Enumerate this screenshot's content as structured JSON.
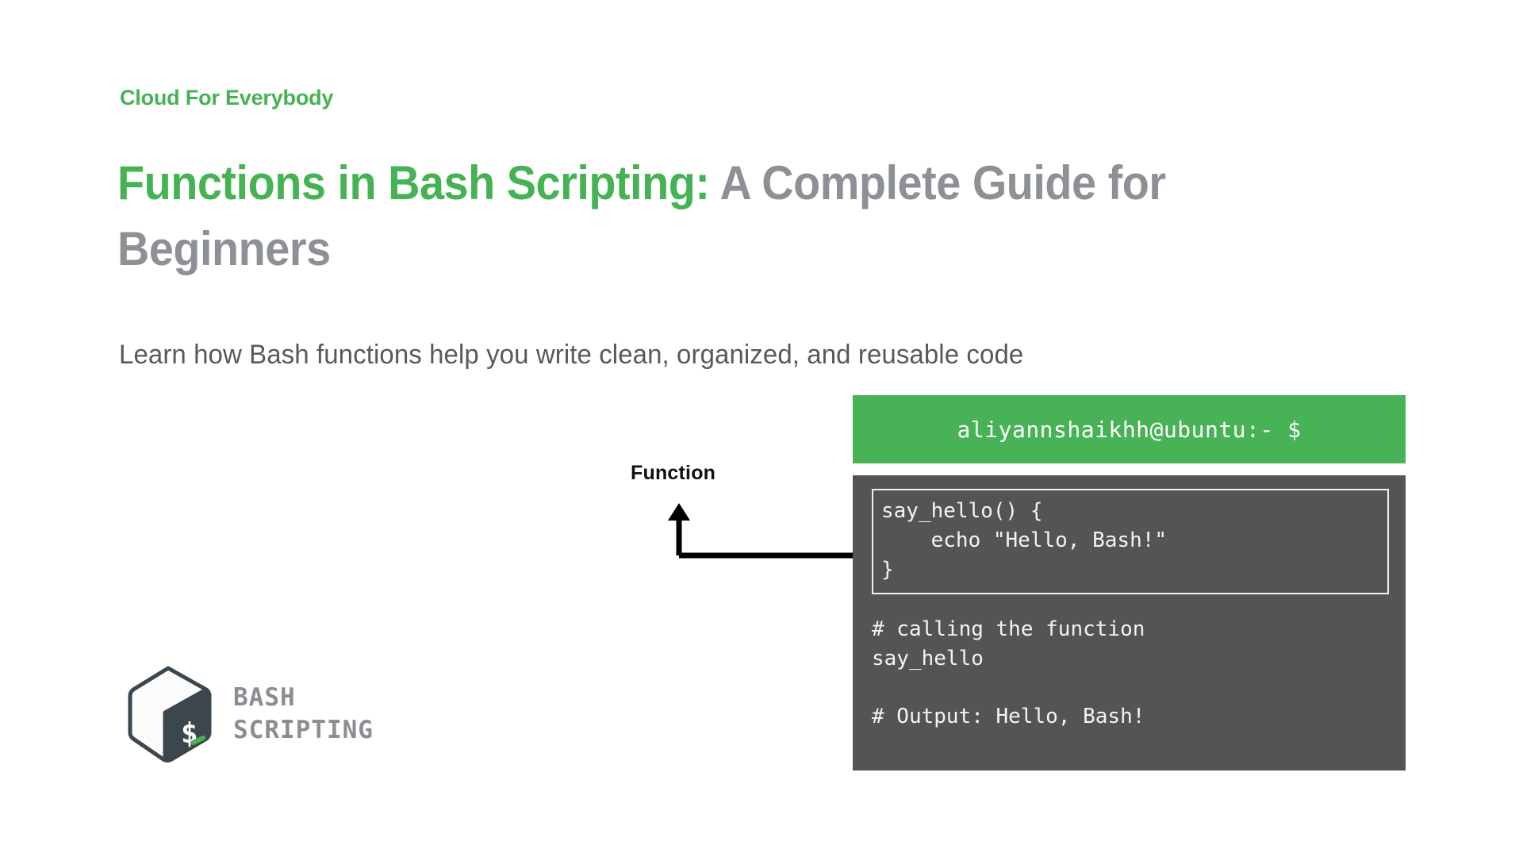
{
  "brand": {
    "label": "Cloud For Everybody"
  },
  "headline": {
    "highlight": "Functions in Bash Scripting:",
    "rest": " A Complete Guide for Beginners"
  },
  "subtitle": {
    "text": "Learn how Bash functions help you write clean, organized, and reusable code"
  },
  "logo": {
    "icon_name": "bash-cube-icon",
    "line1": "BASH",
    "line2": "SCRIPTING"
  },
  "annotation": {
    "label": "Function",
    "arrow_name": "callout-arrow"
  },
  "terminal": {
    "prompt": "aliyannshaikhh@ubuntu:- $",
    "function_block": "say_hello() {\n    echo \"Hello, Bash!\"\n}",
    "call_block": "# calling the function\nsay_hello\n\n# Output: Hello, Bash!"
  },
  "colors": {
    "green": "#47b256",
    "gray_text": "#8d9095",
    "terminal_bg": "#545454",
    "subtitle": "#58595b",
    "logo_gray": "#8a8d91"
  }
}
